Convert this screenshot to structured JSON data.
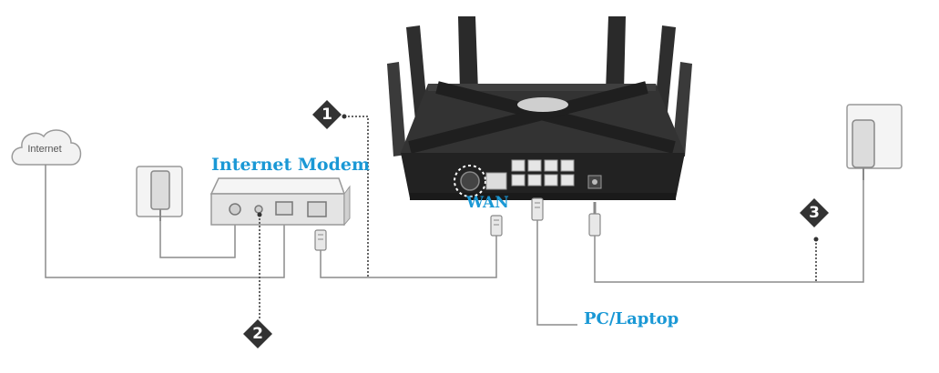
{
  "labels": {
    "cloud": "Internet",
    "modem": "Internet Modem",
    "wan": "WAN",
    "pc": "PC/Laptop"
  },
  "steps": {
    "one": "1",
    "two": "2",
    "three": "3"
  },
  "colors": {
    "accent": "#1a98d5",
    "line": "#8c8c8c",
    "device": "#e4e4e4",
    "router": "#2b2b2b",
    "badge": "#333333"
  }
}
